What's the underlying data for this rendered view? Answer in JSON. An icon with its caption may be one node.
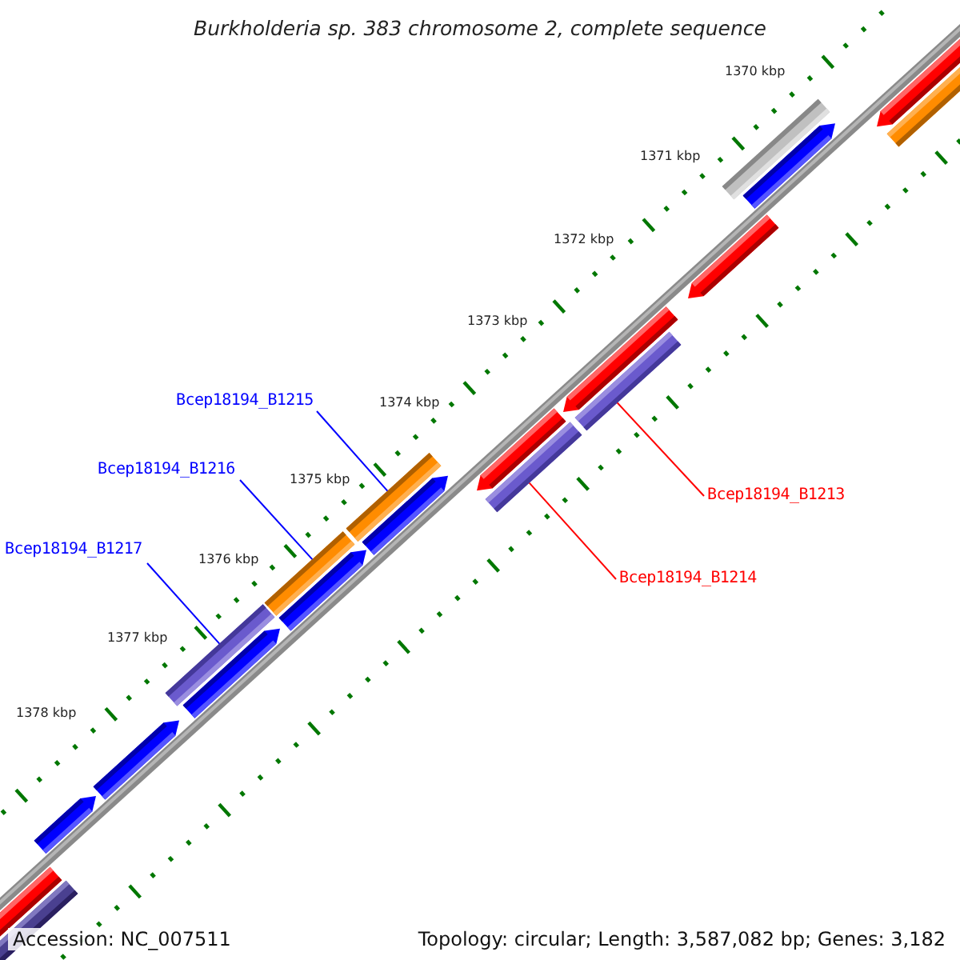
{
  "diagram": {
    "title": "Burkholderia sp. 383 chromosome 2, complete sequence",
    "nodes": [
      {
        "text": [
          "Bcep18194_B1215"
        ]
      },
      {
        "text": [
          "Bcep18194_B1216"
        ]
      },
      {
        "text": [
          "Bcep18194_B1213"
        ]
      },
      {
        "text": [
          "Bcep18194_B1217"
        ]
      },
      {
        "text": [
          "Bcep18194_B1214"
        ]
      },
      {
        "text": [],
        "shape": "bar"
      },
      {
        "text": [],
        "shape": "bar"
      },
      {
        "text": [],
        "shape": "bar"
      },
      {
        "text": [],
        "shape": "bar"
      },
      {
        "text": [],
        "shape": "bar"
      }
    ],
    "edges": [
      {
        "from": 0,
        "to": 7,
        "arrow": "none"
      },
      {
        "from": 1,
        "to": 6,
        "arrow": "none"
      },
      {
        "from": 2,
        "to": 9,
        "arrow": "none",
        "color": "#ff0000"
      },
      {
        "from": 3,
        "to": 5,
        "arrow": "none"
      },
      {
        "from": 4,
        "to": 8,
        "arrow": "none",
        "color": "#ff0000"
      }
    ],
    "labels": [
      "1370 kbp",
      "1371 kbp",
      "1372 kbp",
      "1373 kbp",
      "1374 kbp",
      "1375 kbp",
      "1376 kbp",
      "1377 kbp",
      "1378 kbp",
      "Accession: NC_007511",
      "Topology: circular; Length: 3,587,082 bp; Genes: 3,182"
    ]
  }
}
